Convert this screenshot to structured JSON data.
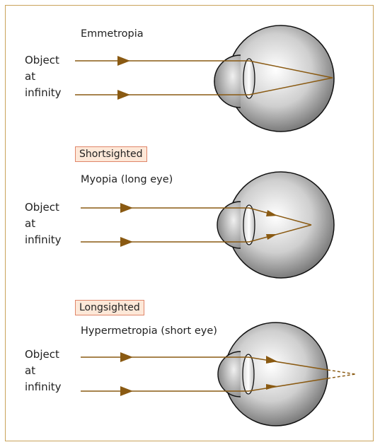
{
  "object_label": [
    "Object",
    "at",
    "infinity"
  ],
  "panels": [
    {
      "id": "emmetropia",
      "tag": "",
      "heading": "Emmetropia",
      "focus": "on-retina"
    },
    {
      "id": "myopia",
      "tag": "Shortsighted",
      "heading": "Myopia (long eye)",
      "focus": "in-front-of-retina"
    },
    {
      "id": "hypermetropia",
      "tag": "Longsighted",
      "heading": "Hypermetropia (short eye)",
      "focus": "behind-retina"
    }
  ],
  "colors": {
    "ray": "#8a5a12",
    "frame": "#c9a35a",
    "tag_fill": "#fde8d8",
    "tag_border": "#e0866a"
  }
}
